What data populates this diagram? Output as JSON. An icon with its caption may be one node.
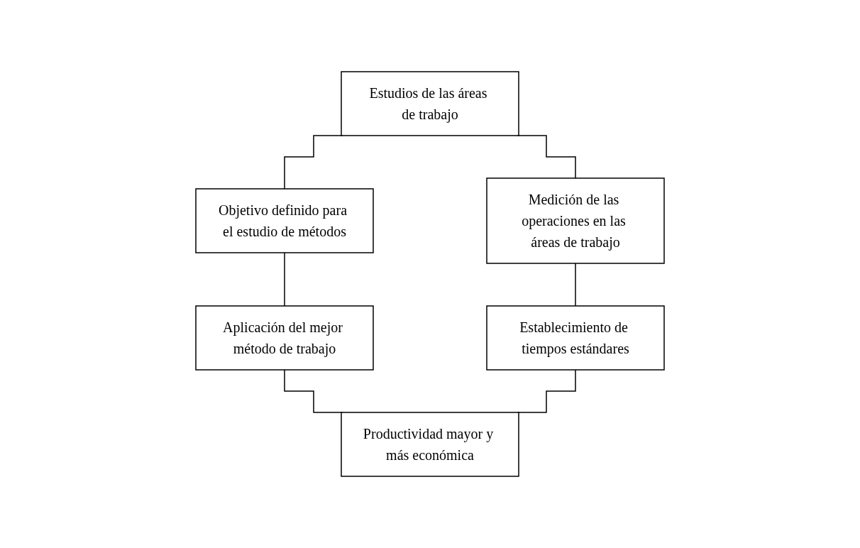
{
  "diagram": {
    "nodes": [
      {
        "text": [
          "Estudios de las áreas de trabajo"
        ]
      },
      {
        "text": [
          "Objetivo definido para el estudio de métodos"
        ]
      },
      {
        "text": [
          "Medición de las operaciones en las áreas de trabajo"
        ]
      },
      {
        "text": [
          "Aplicación del mejor método de trabajo"
        ]
      },
      {
        "text": [
          "Establecimiento de tiempos estándares"
        ]
      },
      {
        "text": [
          "Productividad mayor y más económica"
        ]
      }
    ],
    "edges": [
      {
        "from": 0,
        "to": 1,
        "arrow": "none"
      },
      {
        "from": 0,
        "to": 2,
        "arrow": "none"
      },
      {
        "from": 1,
        "to": 3,
        "arrow": "none"
      },
      {
        "from": 2,
        "to": 4,
        "arrow": "none"
      },
      {
        "from": 3,
        "to": 5,
        "arrow": "none"
      },
      {
        "from": 4,
        "to": 5,
        "arrow": "none"
      }
    ]
  }
}
